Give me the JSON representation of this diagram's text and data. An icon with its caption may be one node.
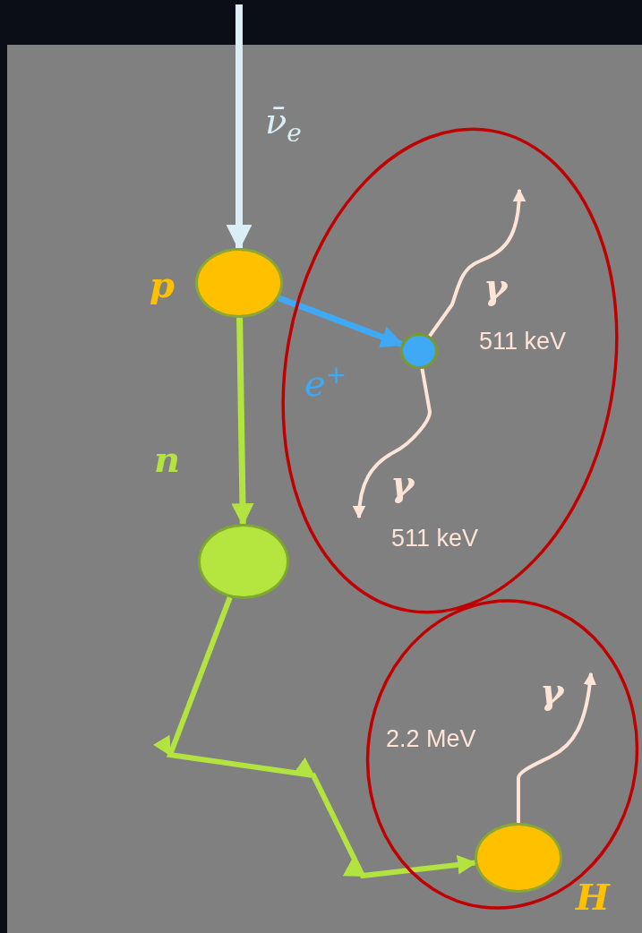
{
  "diagram": {
    "nodes": [
      {
        "text": [],
        "shape": "circle",
        "beside": [
          "p"
        ]
      },
      {
        "text": [],
        "shape": "circle"
      },
      {
        "text": [],
        "shape": "circle",
        "in": 1
      },
      {
        "text": [],
        "shape": "circle"
      },
      {
        "text": [],
        "shape": "circle"
      },
      {
        "text": [],
        "shape": "circle",
        "in": 4,
        "beside": [
          "H"
        ]
      }
    ],
    "edges": [
      {
        "from": null,
        "to": 0,
        "arrow": "to",
        "label": "ν̄$_{e}$",
        "color": "#dceef5"
      },
      {
        "from": 0,
        "to": 2,
        "arrow": "to",
        "label": "e$^{+}$",
        "color": "#3fa9f5"
      },
      {
        "from": 2,
        "to": null,
        "arrow": "to",
        "label": "γ"
      },
      {
        "from": 2,
        "to": null,
        "arrow": "to",
        "label": "γ"
      },
      {
        "from": 0,
        "to": 3,
        "arrow": "to",
        "label": "n",
        "color": "#b2e33f"
      },
      {
        "from": 3,
        "to": 5,
        "arrow": "to",
        "color": "#b2e33f"
      },
      {
        "from": 5,
        "to": null,
        "arrow": "to",
        "label": "γ"
      }
    ],
    "labels": [
      "511 keV",
      "511 keV",
      "2.2 MeV"
    ]
  }
}
